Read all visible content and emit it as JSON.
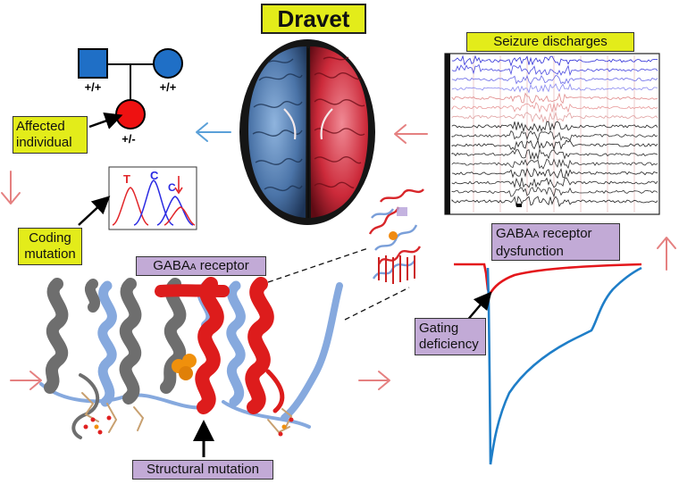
{
  "title": "Dravet",
  "labels": {
    "seizure": "Seizure discharges",
    "affected": "Affected individual",
    "coding": "Coding mutation",
    "gaba_pre": "GABA",
    "gaba_sub": "A",
    "gaba_post": " receptor",
    "dys_pre": "GABA",
    "dys_sub": "A",
    "dys_post": " receptor",
    "dys_line2": "dysfunction",
    "gating": "Gating deficiency",
    "structural": "Structural mutation"
  },
  "pedigree": {
    "father_genotype": "+/+",
    "mother_genotype": "+/+",
    "child_genotype": "+/-"
  },
  "chromatogram": {
    "bases": [
      "T",
      "C",
      "C"
    ]
  },
  "colors": {
    "label_yellow": "#e3ec1a",
    "label_purple": "#c2aad6",
    "arrow_red": "#e58080",
    "arrow_blue": "#5aa0d8",
    "pedigree_blue": "#1f6fc6",
    "affected_red": "#ee1111",
    "trace_red": "#e4161b",
    "trace_blue": "#1f7ec8"
  }
}
